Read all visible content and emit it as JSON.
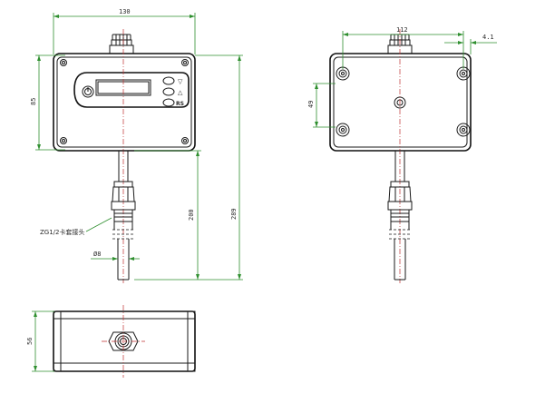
{
  "dimensions": {
    "front_width": "130",
    "front_height": "85",
    "probe_length": "200",
    "overall_height": "289",
    "rear_width": "112",
    "rear_offset": "4.1",
    "rear_hole_spacing": "49",
    "probe_diameter": "Ø8",
    "side_height": "56"
  },
  "labels": {
    "fitting": "ZG1/2卡套接头"
  },
  "display": {
    "button_up_symbol": "▽",
    "button_down_symbol": "△",
    "logo_text": "RS"
  },
  "colors": {
    "dimension_line": "#2f8f2f",
    "center_line": "#c03030",
    "outline": "#1a1a1a"
  }
}
